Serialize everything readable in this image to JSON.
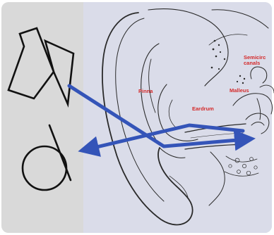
{
  "labels": {
    "pinna": "Pinna",
    "semicircular_line1": "Semicirc",
    "semicircular_line2": "canals",
    "malleus": "Malleus",
    "eardrum": "Eardrum"
  },
  "icons": [
    "speaker-icon",
    "ear-symbol-icon"
  ],
  "colors": {
    "card_background": "#d9d9d9",
    "panel_background": "#dadce9",
    "arrow": "#3454b8",
    "label": "#d42a2a",
    "icon_stroke": "#111111",
    "sketch_stroke": "#2a2a2a"
  }
}
